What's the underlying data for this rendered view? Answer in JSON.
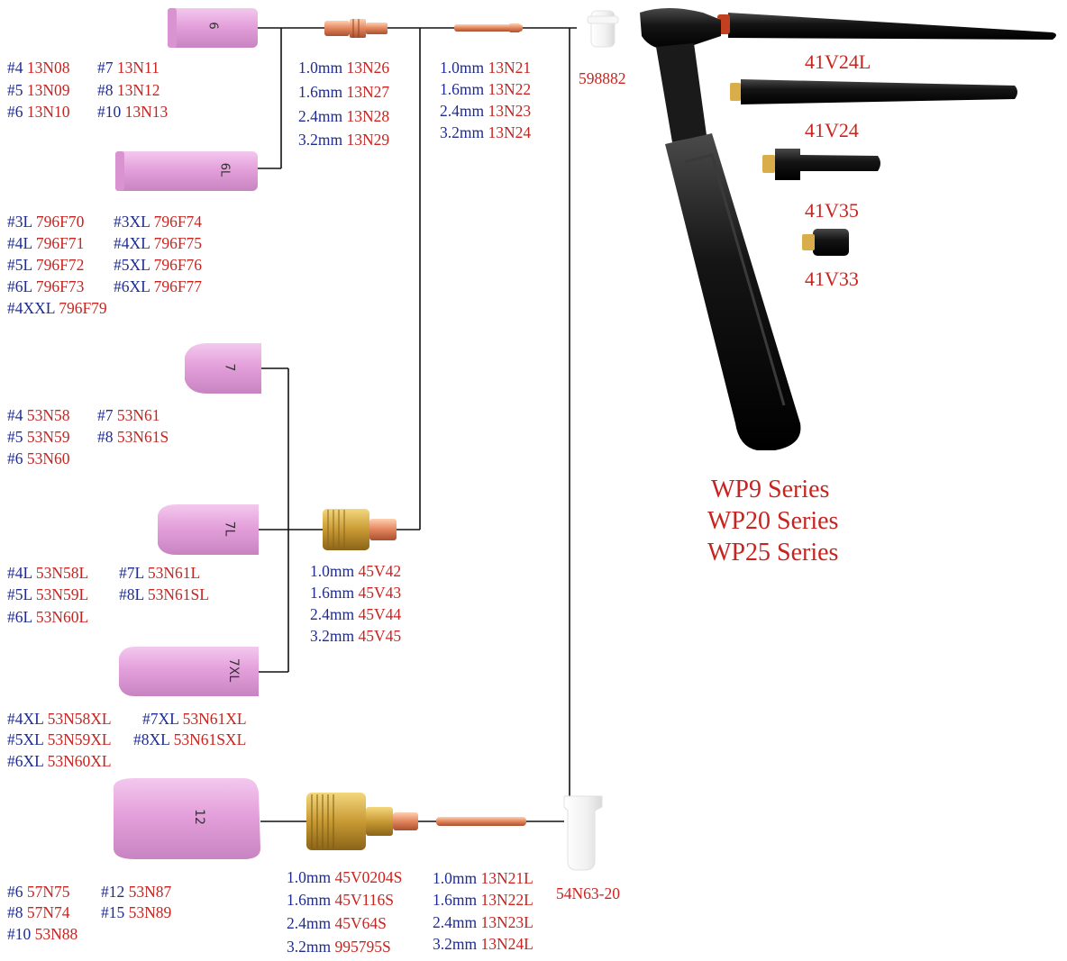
{
  "colors": {
    "label": "#1f2c8f",
    "code": "#c8241f",
    "ceramic": "#e6a3dc",
    "brass": "#d9ae4a",
    "copper": "#e38d6a",
    "torch": "#151515",
    "line": "#111111"
  },
  "groups": {
    "g6": [
      {
        "size": "#4",
        "code": "13N08"
      },
      {
        "size": "#7",
        "code": "13N11"
      },
      {
        "size": "#5",
        "code": "13N09"
      },
      {
        "size": "#8",
        "code": "13N12"
      },
      {
        "size": "#6",
        "code": "13N10"
      },
      {
        "size": "#10",
        "code": "13N13"
      }
    ],
    "collet": [
      {
        "size": "1.0mm",
        "code": "13N26"
      },
      {
        "size": "1.6mm",
        "code": "13N27"
      },
      {
        "size": "2.4mm",
        "code": "13N28"
      },
      {
        "size": "3.2mm",
        "code": "13N29"
      }
    ],
    "body": [
      {
        "size": "1.0mm",
        "code": "13N21"
      },
      {
        "size": "1.6mm",
        "code": "13N22"
      },
      {
        "size": "2.4mm",
        "code": "13N23"
      },
      {
        "size": "3.2mm",
        "code": "13N24"
      }
    ],
    "g6L": [
      {
        "size": "#3L",
        "code": "796F70"
      },
      {
        "size": "#3XL",
        "code": "796F74"
      },
      {
        "size": "#4L",
        "code": "796F71"
      },
      {
        "size": "#4XL",
        "code": "796F75"
      },
      {
        "size": "#5L",
        "code": "796F72"
      },
      {
        "size": "#5XL",
        "code": "796F76"
      },
      {
        "size": "#6L",
        "code": "796F73"
      },
      {
        "size": "#6XL",
        "code": "796F77"
      },
      {
        "size": "#4XXL",
        "code": "796F79"
      }
    ],
    "g7": [
      {
        "size": "#4",
        "code": "53N58"
      },
      {
        "size": "#7",
        "code": "53N61"
      },
      {
        "size": "#5",
        "code": "53N59"
      },
      {
        "size": "#8",
        "code": "53N61S"
      },
      {
        "size": "#6",
        "code": "53N60"
      }
    ],
    "g7L": [
      {
        "size": "#4L",
        "code": "53N58L"
      },
      {
        "size": "#7L",
        "code": "53N61L"
      },
      {
        "size": "#5L",
        "code": "53N59L"
      },
      {
        "size": "#8L",
        "code": "53N61SL"
      },
      {
        "size": "#6L",
        "code": "53N60L"
      }
    ],
    "gasLens": [
      {
        "size": "1.0mm",
        "code": "45V42"
      },
      {
        "size": "1.6mm",
        "code": "45V43"
      },
      {
        "size": "2.4mm",
        "code": "45V44"
      },
      {
        "size": "3.2mm",
        "code": "45V45"
      }
    ],
    "g7XL": [
      {
        "size": "#4XL",
        "code": "53N58XL"
      },
      {
        "size": "#7XL",
        "code": "53N61XL"
      },
      {
        "size": "#5XL",
        "code": "53N59XL"
      },
      {
        "size": "#8XL",
        "code": "53N61SXL"
      },
      {
        "size": "#6XL",
        "code": "53N60XL"
      }
    ],
    "g12": [
      {
        "size": "#6",
        "code": "57N75"
      },
      {
        "size": "#12",
        "code": "53N87"
      },
      {
        "size": "#8",
        "code": "57N74"
      },
      {
        "size": "#15",
        "code": "53N89"
      },
      {
        "size": "#10",
        "code": "53N88"
      }
    ],
    "largeLens": [
      {
        "size": "1.0mm",
        "code": "45V0204S"
      },
      {
        "size": "1.6mm",
        "code": "45V116S"
      },
      {
        "size": "2.4mm",
        "code": "45V64S"
      },
      {
        "size": "3.2mm",
        "code": "995795S"
      }
    ],
    "longCollet": [
      {
        "size": "1.0mm",
        "code": "13N21L"
      },
      {
        "size": "1.6mm",
        "code": "13N22L"
      },
      {
        "size": "2.4mm",
        "code": "13N23L"
      },
      {
        "size": "3.2mm",
        "code": "13N24L"
      }
    ]
  },
  "parts": {
    "insulator": "598882",
    "largeInsulator": "54N63-20",
    "backCap1": "41V24L",
    "backCap2": "41V24",
    "backCap3": "41V35",
    "backCap4": "41V33"
  },
  "nozzleMarks": {
    "n6": "6",
    "n6L": "6L",
    "n7": "7",
    "n7L": "7L",
    "n7XL": "7XL",
    "n12": "12"
  },
  "series": [
    "WP9 Series",
    "WP20 Series",
    "WP25 Series"
  ]
}
